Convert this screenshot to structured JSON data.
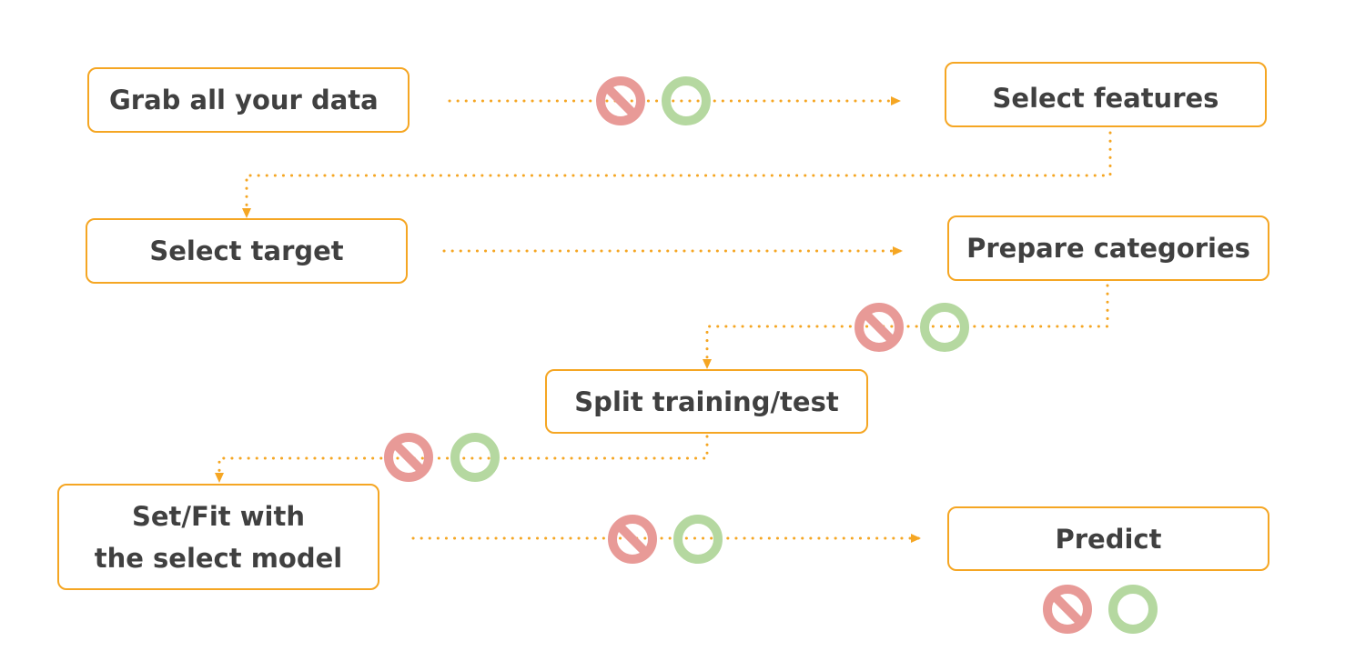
{
  "diagram": {
    "steps": [
      {
        "id": "grab",
        "label": "Grab all your data"
      },
      {
        "id": "features",
        "label": "Select features"
      },
      {
        "id": "target",
        "label": "Select target"
      },
      {
        "id": "categories",
        "label": "Prepare categories"
      },
      {
        "id": "split",
        "label": "Split training/test"
      },
      {
        "id": "fit",
        "label": "Set/Fit with\nthe select model"
      },
      {
        "id": "predict",
        "label": "Predict"
      }
    ],
    "colors": {
      "box_border": "#f5a623",
      "connector": "#f5a623",
      "text": "#404040",
      "no_symbol": "#e89a97",
      "ring_symbol": "#b5d8a0"
    },
    "badge_icons": [
      "no-entry-icon",
      "ring-icon"
    ]
  }
}
